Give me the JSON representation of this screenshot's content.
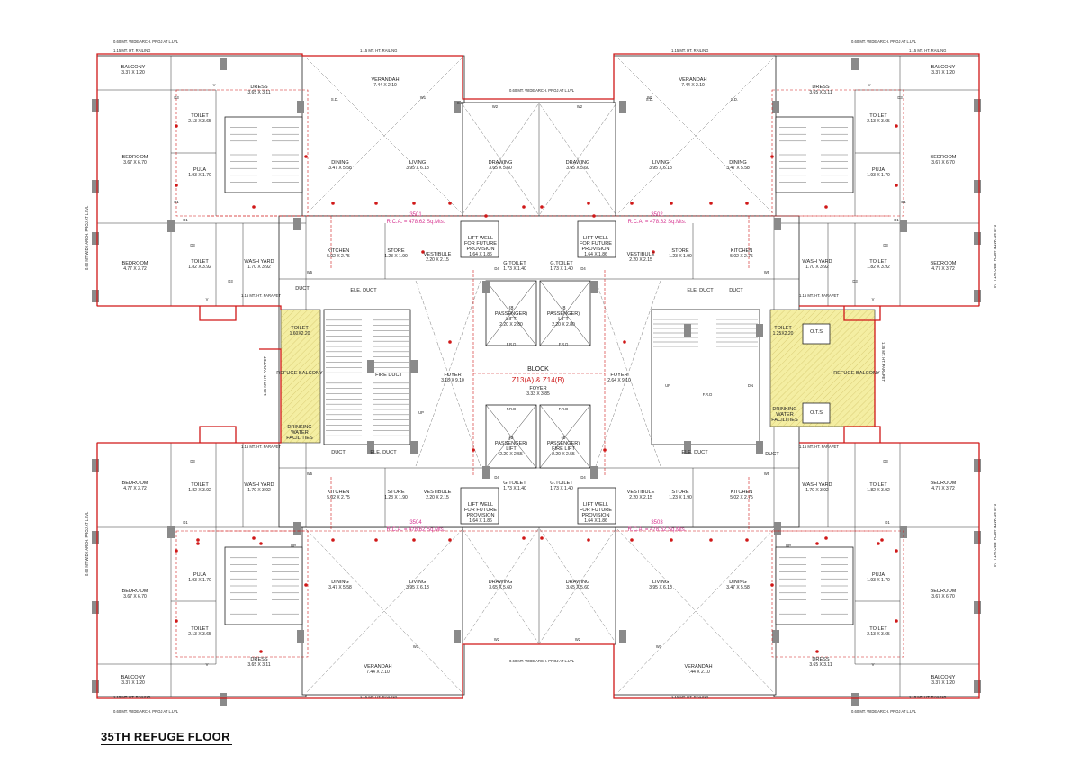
{
  "drawing": {
    "title": "35TH REFUGE FLOOR",
    "block_label": "BLOCK",
    "block_id": "Z13(A) & Z14(B)",
    "accent_color": "#d01818",
    "rca_color": "#d6338f",
    "refuge_color": "#f4eea2"
  },
  "notes": {
    "railing": "1.15 MT. HT. RAILING",
    "parapet": "1.15 MT. HT. PARAPET",
    "arch_proj": "0.60 MT. WIDE ARCH. PROJ AT L.LVL",
    "side_arch": "0.60 MT WIDE ARCH. PROJ AT L.LVL",
    "refuge_parapet": "1.35 MT. HT. PARAPET"
  },
  "units": [
    {
      "unit_no": "3501",
      "rca": "R.C.A. = 478.62 Sq.Mts."
    },
    {
      "unit_no": "3502",
      "rca": "R.C.A. = 478.62 Sq.Mts."
    },
    {
      "unit_no": "3503",
      "rca": "R.C.A. = 478.62 Sq.Mts."
    },
    {
      "unit_no": "3504",
      "rca": "R.C.A. = 478.62 Sq.Mts."
    }
  ],
  "rooms": [
    {
      "name": "BALCONY",
      "dim": "3.37 X 1.20"
    },
    {
      "name": "DRESS",
      "dim": "3.65 X 3.11"
    },
    {
      "name": "TOILET",
      "dim": "2.13 X 3.65"
    },
    {
      "name": "BEDROOM",
      "dim": "3.67 X 6.70"
    },
    {
      "name": "PUJA",
      "dim": "1.93 X 1.70"
    },
    {
      "name": "BEDROOM",
      "dim": "4.77 X 3.72"
    },
    {
      "name": "TOILET",
      "dim": "1.82 X 3.92"
    },
    {
      "name": "WASH YARD",
      "dim": "1.70 X 3.92"
    },
    {
      "name": "VERANDAH",
      "dim": "7.44 X 2.10"
    },
    {
      "name": "DINING",
      "dim": "3.47 X 5.58"
    },
    {
      "name": "LIVING",
      "dim": "3.95 X 6.18"
    },
    {
      "name": "DRAWING",
      "dim": "3.65 X 5.60"
    },
    {
      "name": "KITCHEN",
      "dim": "5.02 X 2.75"
    },
    {
      "name": "STORE",
      "dim": "1.23 X 1.90"
    },
    {
      "name": "VESTIBULE",
      "dim": "2.20 X 2.15"
    },
    {
      "name": "G.TOILET",
      "dim": "1.73 X 1.40"
    },
    {
      "name": "LIFT WELL FOR FUTURE PROVISION",
      "dim": "1.64 X 1.86"
    },
    {
      "name": "(8 PASSENGER) LIFT",
      "dim": "2.20 X 2.80"
    },
    {
      "name": "(8 PASSENGER) LIFT",
      "dim": "2.20 X 2.55"
    },
    {
      "name": "(8 PASSENGER) FIRE LIFT",
      "dim": "2.20 X 2.55"
    },
    {
      "name": "FOYER",
      "dim": "3.18 X 9.10"
    },
    {
      "name": "FOYER",
      "dim": "2.64 X 9.10"
    },
    {
      "name": "FOYER",
      "dim": "3.33 X 3.85"
    },
    {
      "name": "TOILET",
      "dim": "1.60X2.20"
    },
    {
      "name": "TOILET",
      "dim": "1.25X2.20"
    },
    {
      "name": "REFUGE BALCONY",
      "dim": ""
    },
    {
      "name": "DRINKING WATER FACILITIES",
      "dim": ""
    },
    {
      "name": "ELE. DUCT",
      "dim": ""
    },
    {
      "name": "DUCT",
      "dim": ""
    },
    {
      "name": "FIRE DUCT",
      "dim": ""
    },
    {
      "name": "O.T.S",
      "dim": ""
    }
  ],
  "labels": {
    "up": "UP",
    "dn": "DN",
    "frd": "F.R.D",
    "sd": "S.D.",
    "w1": "W1",
    "w2": "W2",
    "w5": "W5",
    "d1": "D1",
    "d3": "D3",
    "d4": "D4",
    "v": "V"
  }
}
